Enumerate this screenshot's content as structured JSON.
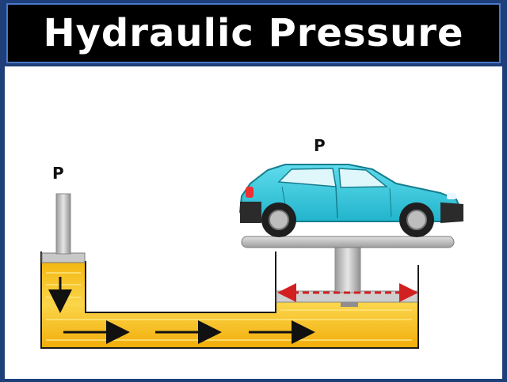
{
  "title": "Hydraulic Pressure",
  "labels": {
    "small_piston_pressure": "P",
    "large_piston_pressure": "P"
  },
  "colors": {
    "frame": "#1f3f7a",
    "title_background": "#000000",
    "title_text": "#ffffff",
    "fluid": "#f7c21b",
    "car_body": "#3cc9dc",
    "arrow": "#111111",
    "dashed_arrow": "#d22020",
    "piston": "#b8b8b8"
  },
  "icons": {
    "vehicle": "car-icon",
    "flow": "arrow-right-icon",
    "push": "arrow-down-icon",
    "spread": "double-arrow-icon"
  }
}
